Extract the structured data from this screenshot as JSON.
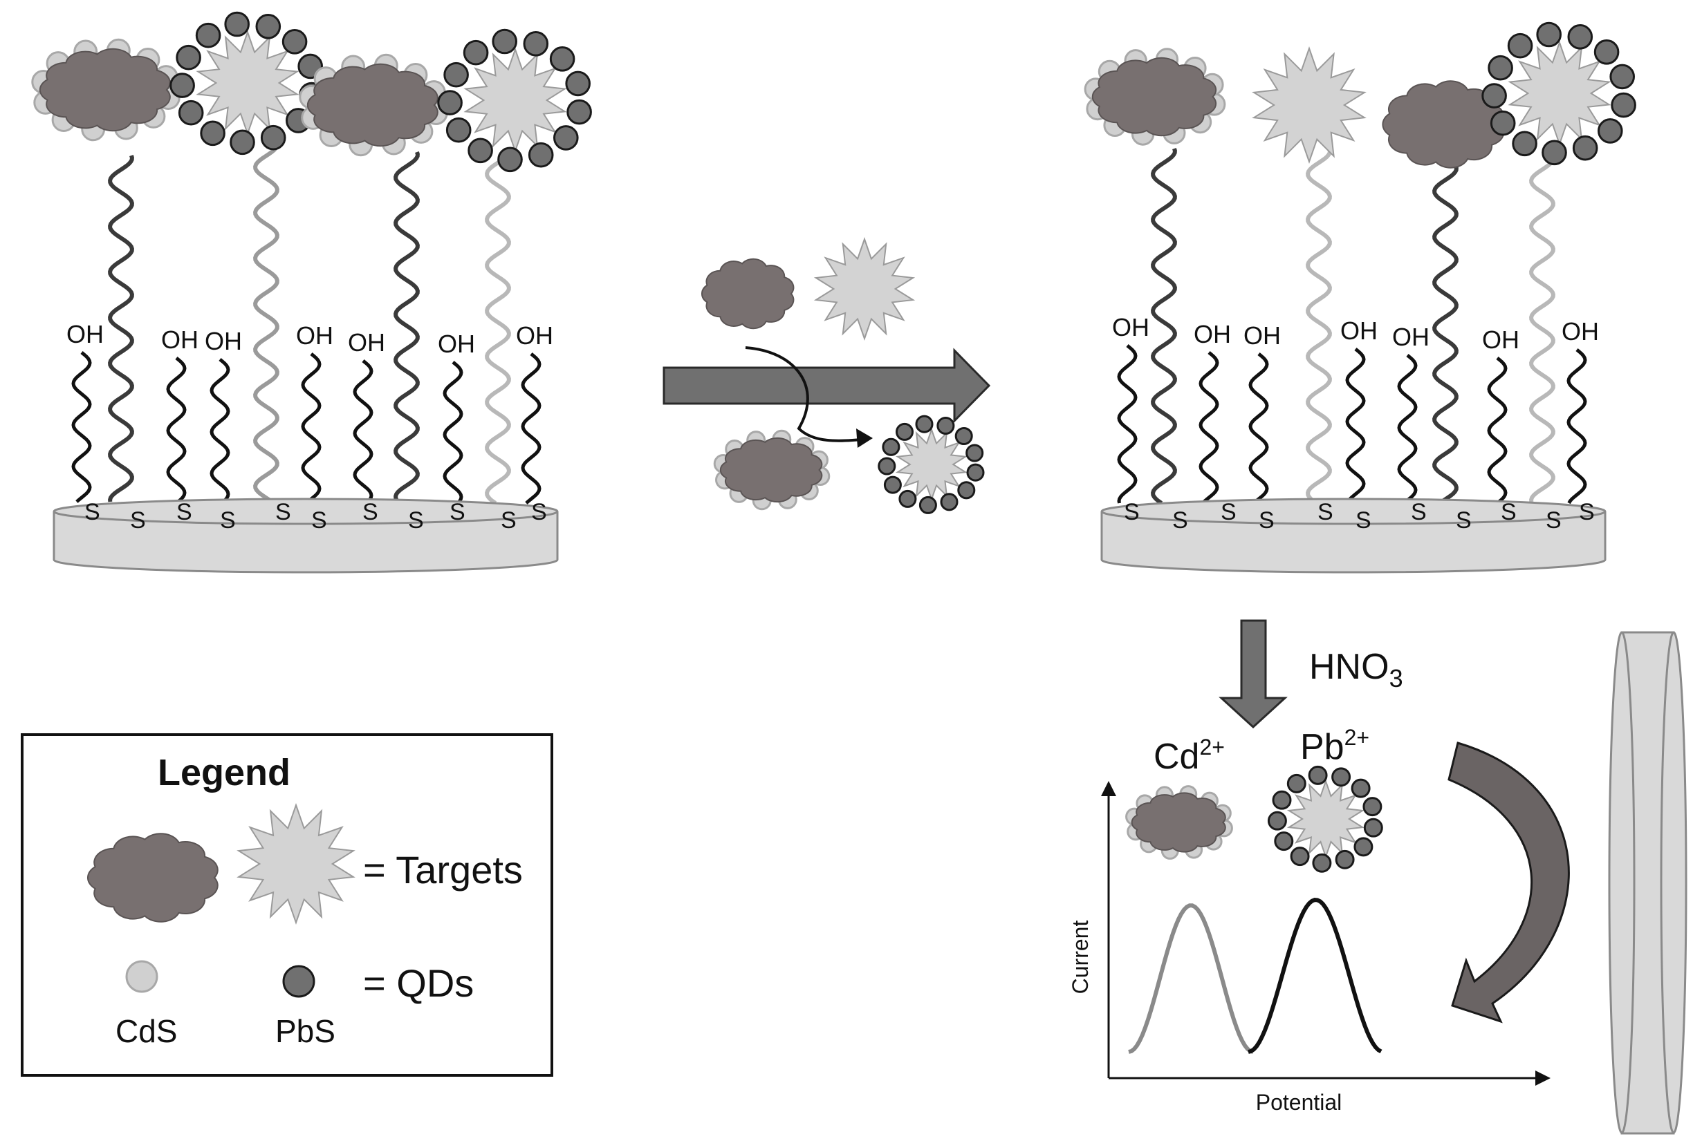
{
  "panels": {
    "left_surface": {
      "oh_label": "OH",
      "s_label": "S"
    },
    "right_surface": {
      "oh_label": "OH",
      "s_label": "S"
    }
  },
  "reagent": {
    "acid_label": "HNO",
    "acid_subscript": "3"
  },
  "ions": {
    "cd": {
      "base": "Cd",
      "charge": "2+"
    },
    "pb": {
      "base": "Pb",
      "charge": "2+"
    }
  },
  "voltammogram": {
    "y_label": "Current",
    "x_label": "Potential"
  },
  "legend": {
    "title": "Legend",
    "targets_label": "= Targets",
    "qds_label": "= QDs",
    "cds_label": "CdS",
    "pbs_label": "PbS"
  },
  "colors": {
    "dark_target": "#787070",
    "light_target": "#d3d3d3",
    "cds_qd": "#d0d0d0",
    "pbs_qd": "#707070",
    "electrode": "#d9d9d9",
    "arrow": "#707070"
  }
}
